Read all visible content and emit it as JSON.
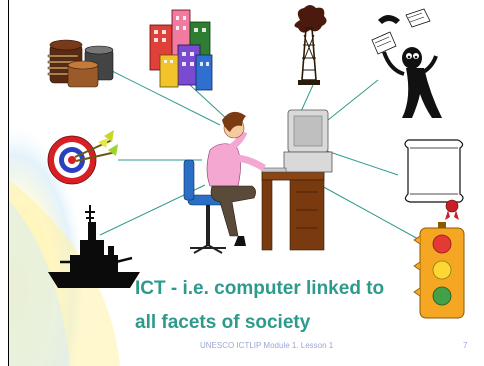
{
  "slide": {
    "title_line1": "ICT - i.e. computer linked to",
    "title_line2": "all facets of society",
    "footer": "UNESCO ICTLIP Module 1.  Lesson 1",
    "page_number": "7"
  },
  "colors": {
    "title": "#2e9a8c",
    "footer": "#9aa6d6",
    "background_wash": "#fff3a8",
    "background_wash_2": "#cde8f7",
    "connector": "#2e9a8c"
  },
  "icons": [
    "coins-icon",
    "city-buildings-icon",
    "oil-well-icon",
    "telephone-person-icon",
    "target-icon",
    "diploma-scroll-icon",
    "battleship-icon",
    "traffic-light-icon",
    "woman-at-computer-icon"
  ]
}
